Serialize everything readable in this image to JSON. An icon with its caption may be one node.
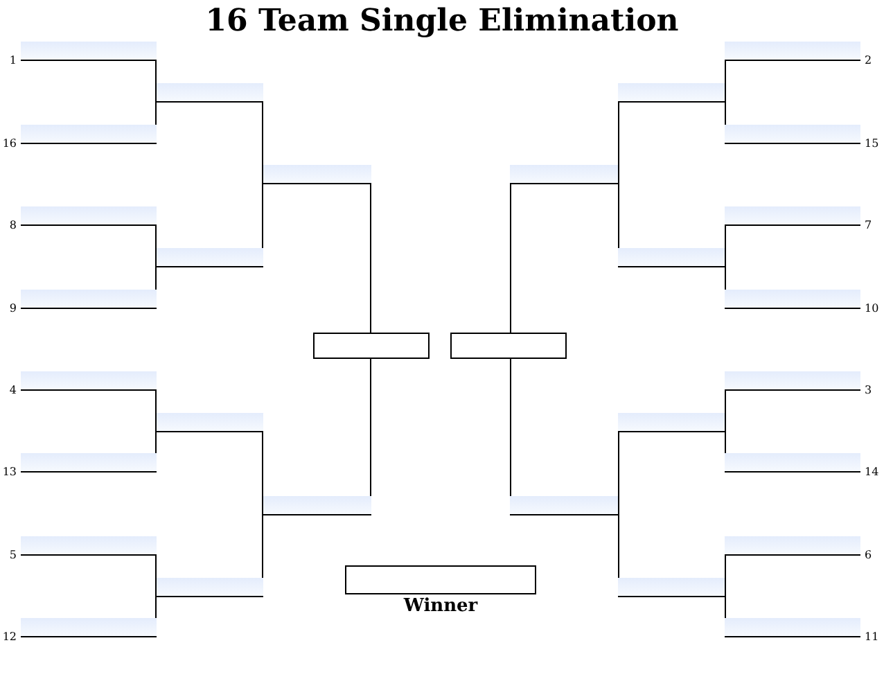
{
  "diagram": {
    "title": "16 Team Single Elimination",
    "nodes": [
      {
        "text": [],
        "shape": "bar",
        "beside": [
          "1"
        ]
      },
      {
        "text": [],
        "shape": "bar",
        "beside": [
          "16"
        ]
      },
      {
        "text": [],
        "shape": "bar",
        "beside": [
          "8"
        ]
      },
      {
        "text": [],
        "shape": "bar",
        "beside": [
          "9"
        ]
      },
      {
        "text": [],
        "shape": "bar",
        "beside": [
          "4"
        ]
      },
      {
        "text": [],
        "shape": "bar",
        "beside": [
          "13"
        ]
      },
      {
        "text": [],
        "shape": "bar",
        "beside": [
          "5"
        ]
      },
      {
        "text": [],
        "shape": "bar",
        "beside": [
          "12"
        ]
      },
      {
        "text": [],
        "shape": "bar"
      },
      {
        "text": [],
        "shape": "bar"
      },
      {
        "text": [],
        "shape": "bar"
      },
      {
        "text": [],
        "shape": "bar"
      },
      {
        "text": [],
        "shape": "bar"
      },
      {
        "text": [],
        "shape": "bar"
      },
      {
        "text": [],
        "shape": "box"
      },
      {
        "text": [],
        "shape": "box"
      },
      {
        "text": [],
        "shape": "bar"
      },
      {
        "text": [],
        "shape": "bar"
      },
      {
        "text": [],
        "shape": "bar"
      },
      {
        "text": [],
        "shape": "bar"
      },
      {
        "text": [],
        "shape": "bar"
      },
      {
        "text": [],
        "shape": "bar"
      },
      {
        "text": [],
        "shape": "bar",
        "beside": [
          "2"
        ]
      },
      {
        "text": [],
        "shape": "bar",
        "beside": [
          "15"
        ]
      },
      {
        "text": [],
        "shape": "bar",
        "beside": [
          "7"
        ]
      },
      {
        "text": [],
        "shape": "bar",
        "beside": [
          "10"
        ]
      },
      {
        "text": [],
        "shape": "bar",
        "beside": [
          "3"
        ]
      },
      {
        "text": [],
        "shape": "bar",
        "beside": [
          "14"
        ]
      },
      {
        "text": [],
        "shape": "bar",
        "beside": [
          "6"
        ]
      },
      {
        "text": [],
        "shape": "bar",
        "beside": [
          "11"
        ]
      },
      {
        "text": [],
        "shape": "box",
        "beside": [
          "Winner"
        ]
      }
    ],
    "edges": [
      {
        "from": 0,
        "to": 8,
        "arrow": "none"
      },
      {
        "from": 1,
        "to": 8,
        "arrow": "none"
      },
      {
        "from": 2,
        "to": 9,
        "arrow": "none"
      },
      {
        "from": 3,
        "to": 9,
        "arrow": "none"
      },
      {
        "from": 4,
        "to": 10,
        "arrow": "none"
      },
      {
        "from": 5,
        "to": 10,
        "arrow": "none"
      },
      {
        "from": 6,
        "to": 11,
        "arrow": "none"
      },
      {
        "from": 7,
        "to": 11,
        "arrow": "none"
      },
      {
        "from": 8,
        "to": 12,
        "arrow": "none"
      },
      {
        "from": 9,
        "to": 12,
        "arrow": "none"
      },
      {
        "from": 10,
        "to": 13,
        "arrow": "none"
      },
      {
        "from": 11,
        "to": 13,
        "arrow": "none"
      },
      {
        "from": 12,
        "to": 14,
        "arrow": "none"
      },
      {
        "from": 13,
        "to": 14,
        "arrow": "none"
      },
      {
        "from": 22,
        "to": 18,
        "arrow": "none"
      },
      {
        "from": 23,
        "to": 18,
        "arrow": "none"
      },
      {
        "from": 24,
        "to": 19,
        "arrow": "none"
      },
      {
        "from": 25,
        "to": 19,
        "arrow": "none"
      },
      {
        "from": 26,
        "to": 20,
        "arrow": "none"
      },
      {
        "from": 27,
        "to": 20,
        "arrow": "none"
      },
      {
        "from": 28,
        "to": 21,
        "arrow": "none"
      },
      {
        "from": 29,
        "to": 21,
        "arrow": "none"
      },
      {
        "from": 18,
        "to": 16,
        "arrow": "none"
      },
      {
        "from": 19,
        "to": 16,
        "arrow": "none"
      },
      {
        "from": 20,
        "to": 17,
        "arrow": "none"
      },
      {
        "from": 21,
        "to": 17,
        "arrow": "none"
      },
      {
        "from": 16,
        "to": 15,
        "arrow": "none"
      },
      {
        "from": 17,
        "to": 15,
        "arrow": "none"
      }
    ]
  }
}
